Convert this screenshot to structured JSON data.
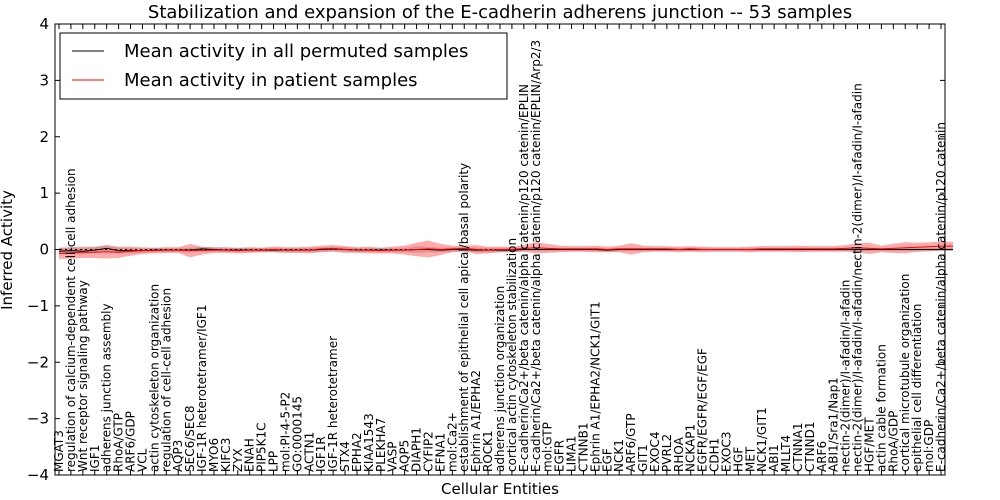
{
  "chart_data": {
    "type": "line",
    "title": "Stabilization and expansion of the E-cadherin adherens junction -- 53 samples",
    "xlabel": "Cellular Entities",
    "ylabel": "Inferred Activity",
    "ylim": [
      -4,
      4
    ],
    "yticks": [
      -4,
      -3,
      -2,
      -1,
      0,
      1,
      2,
      3,
      4
    ],
    "grid": false,
    "legend_position": "top-left",
    "categories": [
      "MGAT3",
      "regulation of calcium-dependent cell-cell adhesion",
      "Wnt receptor signaling pathway",
      "IGF1",
      "adherens junction assembly",
      "RhoA/GTP",
      "ARF6/GDP",
      "VCL",
      "actin cytoskeleton organization",
      "regulation of cell-cell adhesion",
      "AQP3",
      "SEC6/SEC8",
      "IGF-1R heterotetramer/IGF1",
      "MYO6",
      "KIFC3",
      "ZYX",
      "ENAH",
      "PIP5K1C",
      "LPP",
      "mol:PI-4-5-P2",
      "GO:0000145",
      "ACTN1",
      "IGF1R",
      "IGF-1R heterotetramer",
      "STX4",
      "EPHA2",
      "KIAA1543",
      "PLEKHA7",
      "VASP",
      "AQP5",
      "DIAPH1",
      "CYFIP2",
      "EFNA1",
      "mol:Ca2+",
      "establishment of epithelial cell apical/basal polarity",
      "Ephrin A1/EPHA2",
      "ROCK1",
      "adherens junction organization",
      "cortical actin cytoskeleton stabilization",
      "E-cadherin/Ca2+/beta catenin/alpha catenin/p120 catenin/EPLIN",
      "E-cadherin/Ca2+/beta catenin/alpha catenin/p120 catenin/EPLIN/Arp2/3",
      "mol:GTP",
      "EGFR",
      "LIMA1",
      "CTNNB1",
      "Ephrin A1/EPHA2/NCK1/GIT1",
      "EGF",
      "NCK1",
      "ARF6/GTP",
      "GIT1",
      "EXOC4",
      "PVRL2",
      "RHOA",
      "NCKAP1",
      "EGFR/EGFR/EGF/EGF",
      "CDH1",
      "EXOC3",
      "HGF",
      "MET",
      "NCK1/GIT1",
      "ABI1",
      "MLLT4",
      "CTNNA1",
      "CTNND1",
      "ARF6",
      "ABI1/Sra1/Nap1",
      "nectin-2(dimer)/I-afadin/I-afadin",
      "nectin-2(dimer)/I-afadin/I-afadin/nectin-2(dimer)/I-afadin/I-afadin",
      "HGF/MET",
      "actin cable formation",
      "RhoA/GDP",
      "cortical microtubule organization",
      "epithelial cell differentiation",
      "mol:GDP",
      "E-cadherin/Ca2+/beta catenin/alpha catenin/p120 catenin"
    ],
    "series": [
      {
        "name": "Mean activity in all permuted samples",
        "color": "#000000",
        "values": [
          -0.03,
          -0.02,
          -0.03,
          -0.01,
          0.02,
          -0.02,
          -0.02,
          -0.02,
          -0.01,
          -0.01,
          -0.01,
          -0.01,
          0.01,
          0.0,
          -0.01,
          -0.01,
          -0.01,
          -0.01,
          -0.01,
          -0.01,
          -0.01,
          -0.01,
          0.0,
          0.01,
          0.0,
          -0.01,
          -0.01,
          -0.01,
          -0.01,
          -0.01,
          0.0,
          0.0,
          -0.01,
          0.0,
          0.0,
          -0.01,
          -0.01,
          -0.01,
          -0.01,
          0.0,
          0.0,
          0.0,
          0.0,
          0.0,
          0.0,
          0.0,
          -0.01,
          0.0,
          0.0,
          0.0,
          0.0,
          0.0,
          0.0,
          0.0,
          0.0,
          0.0,
          0.0,
          0.0,
          0.0,
          0.0,
          0.0,
          0.0,
          0.0,
          0.0,
          0.0,
          0.0,
          0.0,
          0.0,
          0.0,
          0.0,
          0.0,
          0.0,
          0.0,
          0.0,
          0.0,
          0.0
        ],
        "spread": [
          0.06,
          0.06,
          0.06,
          0.05,
          0.05,
          0.05,
          0.05,
          0.04,
          0.04,
          0.04,
          0.04,
          0.04,
          0.04,
          0.04,
          0.04,
          0.04,
          0.04,
          0.04,
          0.04,
          0.04,
          0.04,
          0.04,
          0.04,
          0.04,
          0.04,
          0.04,
          0.04,
          0.04,
          0.04,
          0.04,
          0.06,
          0.05,
          0.04,
          0.04,
          0.04,
          0.04,
          0.04,
          0.04,
          0.04,
          0.03,
          0.03,
          0.03,
          0.03,
          0.03,
          0.03,
          0.03,
          0.03,
          0.03,
          0.03,
          0.03,
          0.03,
          0.03,
          0.03,
          0.03,
          0.03,
          0.03,
          0.03,
          0.03,
          0.03,
          0.03,
          0.03,
          0.03,
          0.03,
          0.03,
          0.03,
          0.03,
          0.03,
          0.03,
          0.03,
          0.03,
          0.03,
          0.03,
          0.03,
          0.03,
          0.03,
          0.03
        ]
      },
      {
        "name": "Mean activity in patient samples",
        "color": "#ff0000",
        "values": [
          -0.07,
          -0.06,
          -0.05,
          -0.05,
          -0.04,
          -0.05,
          -0.03,
          -0.02,
          -0.02,
          -0.01,
          -0.01,
          -0.02,
          -0.02,
          -0.01,
          -0.01,
          -0.02,
          -0.01,
          -0.01,
          0.0,
          -0.01,
          -0.01,
          -0.01,
          0.01,
          0.02,
          0.0,
          -0.01,
          -0.01,
          -0.02,
          -0.01,
          -0.01,
          0.0,
          0.01,
          0.0,
          0.01,
          0.02,
          0.0,
          -0.01,
          0.0,
          0.0,
          0.02,
          0.03,
          0.02,
          0.01,
          0.01,
          0.01,
          0.01,
          0.0,
          0.01,
          0.01,
          0.01,
          0.01,
          0.01,
          0.0,
          0.01,
          0.0,
          0.0,
          0.0,
          0.0,
          0.0,
          0.01,
          0.01,
          0.01,
          0.01,
          0.01,
          0.01,
          0.01,
          0.02,
          0.03,
          0.02,
          0.01,
          0.02,
          0.03,
          0.04,
          0.05,
          0.06,
          0.06
        ],
        "spread": [
          0.1,
          0.1,
          0.1,
          0.1,
          0.12,
          0.1,
          0.08,
          0.06,
          0.05,
          0.05,
          0.05,
          0.12,
          0.07,
          0.05,
          0.05,
          0.05,
          0.05,
          0.04,
          0.05,
          0.05,
          0.05,
          0.06,
          0.06,
          0.06,
          0.06,
          0.05,
          0.06,
          0.05,
          0.06,
          0.08,
          0.12,
          0.15,
          0.1,
          0.06,
          0.05,
          0.08,
          0.06,
          0.05,
          0.05,
          0.06,
          0.1,
          0.08,
          0.06,
          0.05,
          0.05,
          0.06,
          0.05,
          0.06,
          0.1,
          0.06,
          0.05,
          0.05,
          0.05,
          0.05,
          0.05,
          0.04,
          0.04,
          0.04,
          0.05,
          0.05,
          0.05,
          0.05,
          0.06,
          0.05,
          0.05,
          0.05,
          0.06,
          0.08,
          0.1,
          0.06,
          0.08,
          0.1,
          0.08,
          0.08,
          0.08,
          0.08
        ]
      }
    ]
  }
}
